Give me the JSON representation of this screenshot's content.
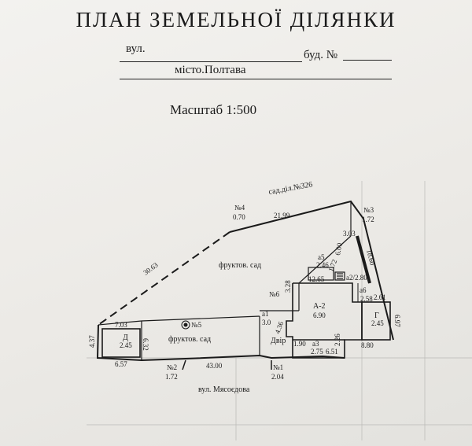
{
  "header": {
    "title": "ПЛАН  ЗЕМЕЛЬНОЇ  ДІЛЯНКИ",
    "street_label": "вул.",
    "building_label": "буд. №",
    "city": "місто.Полтава",
    "scale": "Масштаб 1:500"
  },
  "plan": {
    "neighbor_top": "сад.діл.№326",
    "street_bottom": "вул. Мясоєдова",
    "zones": {
      "orchard_upper": "фруктов. сад",
      "orchard_lower": "фруктов. сад",
      "yard": "Двір"
    },
    "buildings": {
      "a2_name": "А-2",
      "a2_value": "6.90",
      "g_name": "Г",
      "g_value": "2.45",
      "d_name": "Д",
      "d_value": "2.45"
    },
    "points": {
      "p1_name": "№1",
      "p1_value": "2.04",
      "p2_name": "№2",
      "p2_value": "1.72",
      "p3_name": "№3",
      "p3_value": "1.72",
      "p4_name": "№4",
      "p4_value": "0.70",
      "p5": "№5",
      "p6": "№6"
    },
    "small_labels": {
      "a1_name": "а1",
      "a1_value": "3.0",
      "a3": "а3",
      "a5_name": "а5",
      "a5_value": "2.46",
      "a6": "а6",
      "a2_tag": "а2/2.80"
    },
    "dimensions": {
      "top_edge": "21.99",
      "diagonal": "30.63",
      "bottom_edge": "43.00",
      "right_edge": "18.60",
      "right_short": "6.97",
      "left_top": "7.03",
      "left_side": "4.37",
      "left_bottom": "6.57",
      "d_side": "6.32",
      "g_bottom": "8.80",
      "bottom_mid_a": "2.75",
      "bottom_mid_b": "6.51",
      "bottom_mid_c": "2.26",
      "bottom_mid_d": "1.90",
      "inner_a": "3.03",
      "inner_b": "6.00",
      "inner_c": "12.65",
      "inner_d": "2.58",
      "inner_e": "2.61",
      "inner_f": "1.72",
      "stairs_a": "4.36",
      "stairs_b": "3.28"
    }
  }
}
